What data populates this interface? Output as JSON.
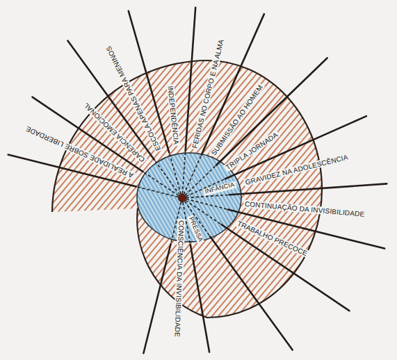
{
  "diagram": {
    "labels": [
      "A REALIDADE SOBRE LIBERDADE",
      "CARÊNCIA EMOCIONAL",
      "ESCOLA APENAS PARA MENINOS",
      "INDEPENDÊNCIA",
      "FERIDAS NO CORPO E NA ALMA",
      "SUBMISSÃO AO HOMEM",
      "TRIPLA JORNADA",
      "INFÂNCIA",
      "GRAVIDEZ NA ADOLESCÊNCIA",
      "CONTINUAÇÃO DA INVISIBILIDADE",
      "TRABALHO PRECOCE",
      "PRESSA",
      "CONSCIÊNCIA DA INVISIBILIDADE"
    ]
  }
}
